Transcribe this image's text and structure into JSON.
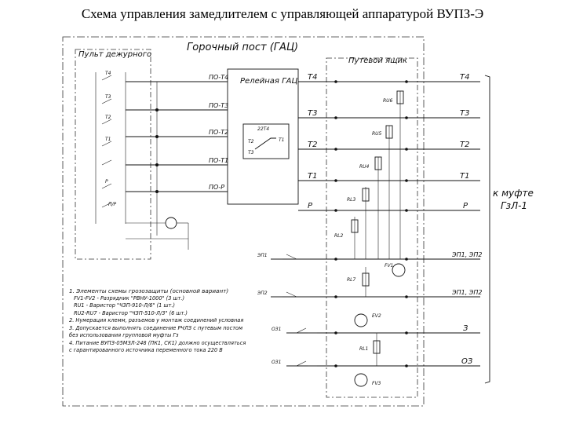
{
  "title": "Схема управления замедлителем с управляющей аппаратурой ВУПЗ-Э",
  "sections": {
    "duty_console": "Пульт дежурного",
    "hump_post": "Горочный пост (ГАЦ)",
    "track_box": "Путевой ящик",
    "relay_block": "Релейная ГАЦ"
  },
  "console_signals": [
    "ПО-Т4",
    "ПО-Т3",
    "ПО-Т2",
    "ПО-Т1",
    "ПО-Р"
  ],
  "relay_outputs": [
    "Т4",
    "Т3",
    "Т2",
    "Т1",
    "Р"
  ],
  "relay_switch": [
    "22Т4",
    "Т1",
    "Т2",
    "Т3"
  ],
  "output_lines": [
    "Т4",
    "Т3",
    "Т2",
    "Т1",
    "Р",
    "ЭП1, ЭП2",
    "ЭП1, ЭП2",
    "З",
    "ОЗ"
  ],
  "relay_elements": [
    "RU6",
    "RU5",
    "RU4",
    "RL3",
    "RL2",
    "FV1",
    "RL7",
    "EV2",
    "RL1",
    "FV3"
  ],
  "left_inputs": [
    "ЭП1",
    "ЭП2",
    "ОЗ1",
    "ОЗ1"
  ],
  "coupling_label": [
    "к муфте",
    "ГзЛ-1"
  ],
  "notes": [
    "1. Элементы схемы грозозащиты (основной вариант)",
    "FV1-FV2 - Разрядник \"РВНУ-1000\" (3 шт.)",
    "RU1 - Варистор \"ЧЗП-910-Л/6\" (1 шт.)",
    "RU2-RU7 - Варистор \"ЧЗП-510-Л/3\" (6 шт.)",
    "2. Нумерация клемм, разъемов у монтаж соединений условная",
    "3. Допускается выполнять соединение РЧЛЗ с путевым постом",
    "   без использования групповой муфты Гз",
    "4. Питание ВУПЗ-05МЗЛ-248 (ПК1, СК1) должно осуществляться",
    "   с гарантированного источника переменного тока 220 В"
  ]
}
